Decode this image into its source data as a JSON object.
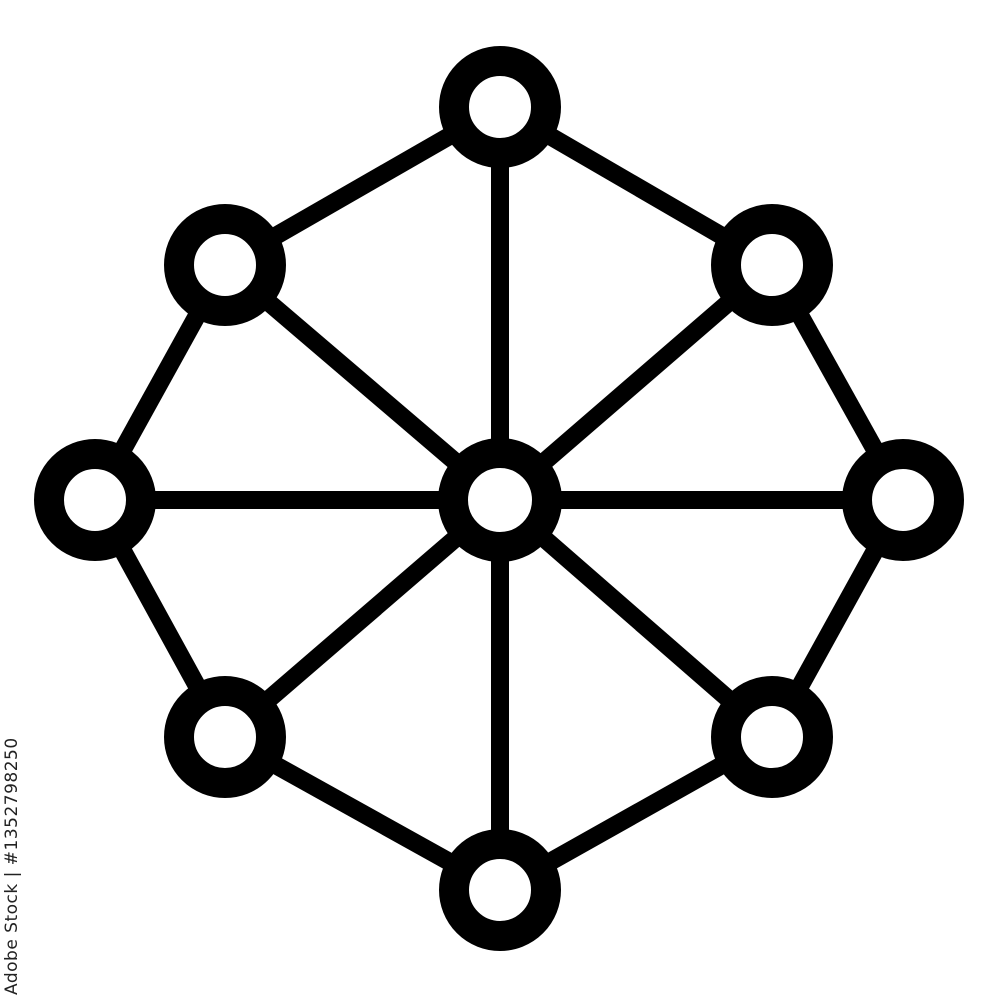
{
  "icon": {
    "name": "network-hub-icon",
    "node_count": 9,
    "hub_node_count": 1,
    "outer_node_count": 8,
    "style": "black outline on white background",
    "colors": {
      "stroke": "#000000",
      "fill": "#ffffff",
      "background": "#ffffff"
    }
  },
  "watermark": {
    "stock_id": "Adobe Stock | #1352798250"
  }
}
